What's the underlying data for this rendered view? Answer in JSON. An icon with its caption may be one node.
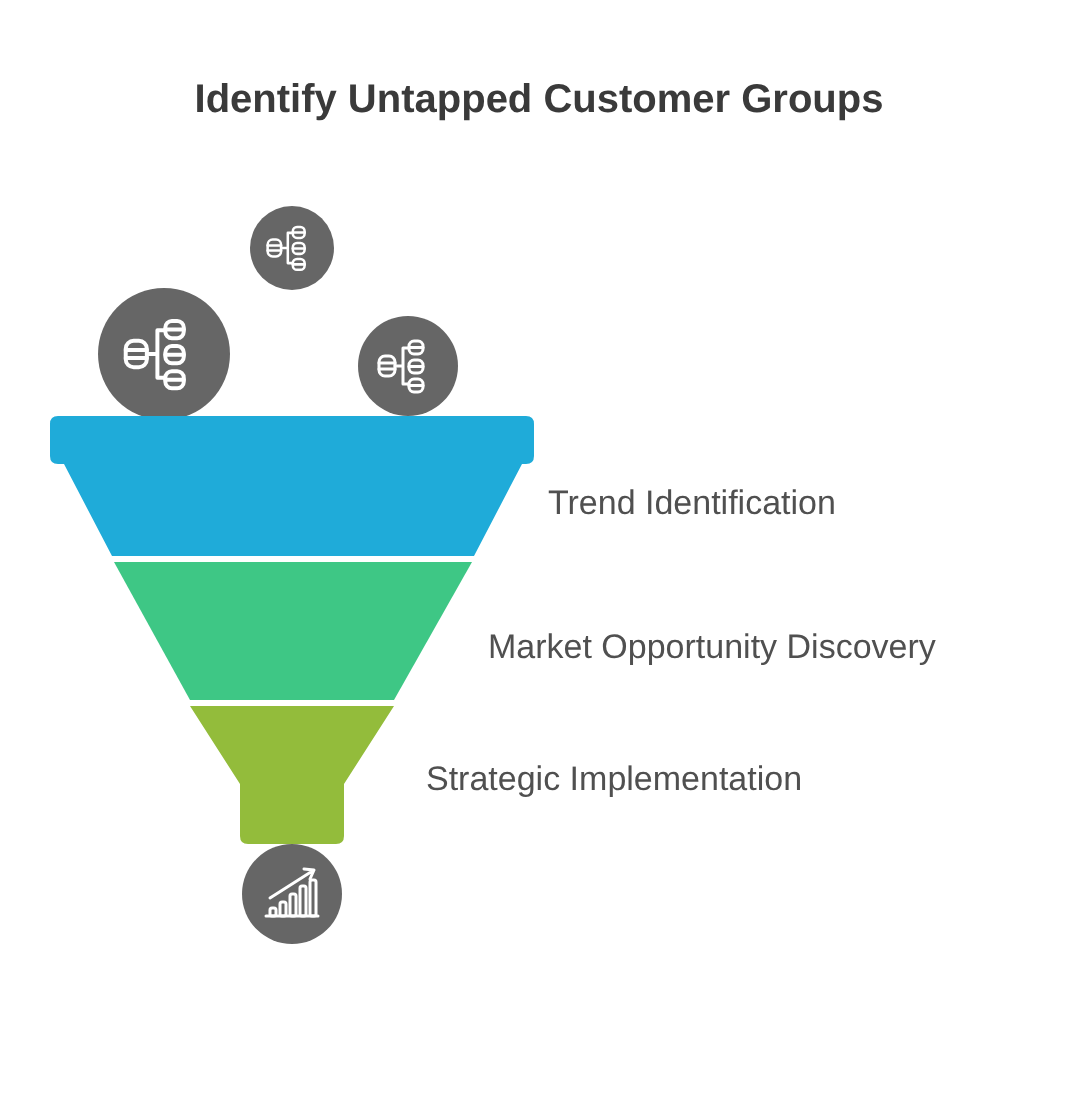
{
  "diagram": {
    "title": "Identify Untapped Customer Groups",
    "nodes": [
      {
        "text": [],
        "shape": "band",
        "beside": [
          "Trend Identification"
        ]
      },
      {
        "text": [],
        "shape": "band",
        "beside": [
          "Market Opportunity Discovery"
        ]
      },
      {
        "text": [],
        "shape": "band",
        "beside": [
          "Strategic Implementation"
        ]
      }
    ]
  }
}
